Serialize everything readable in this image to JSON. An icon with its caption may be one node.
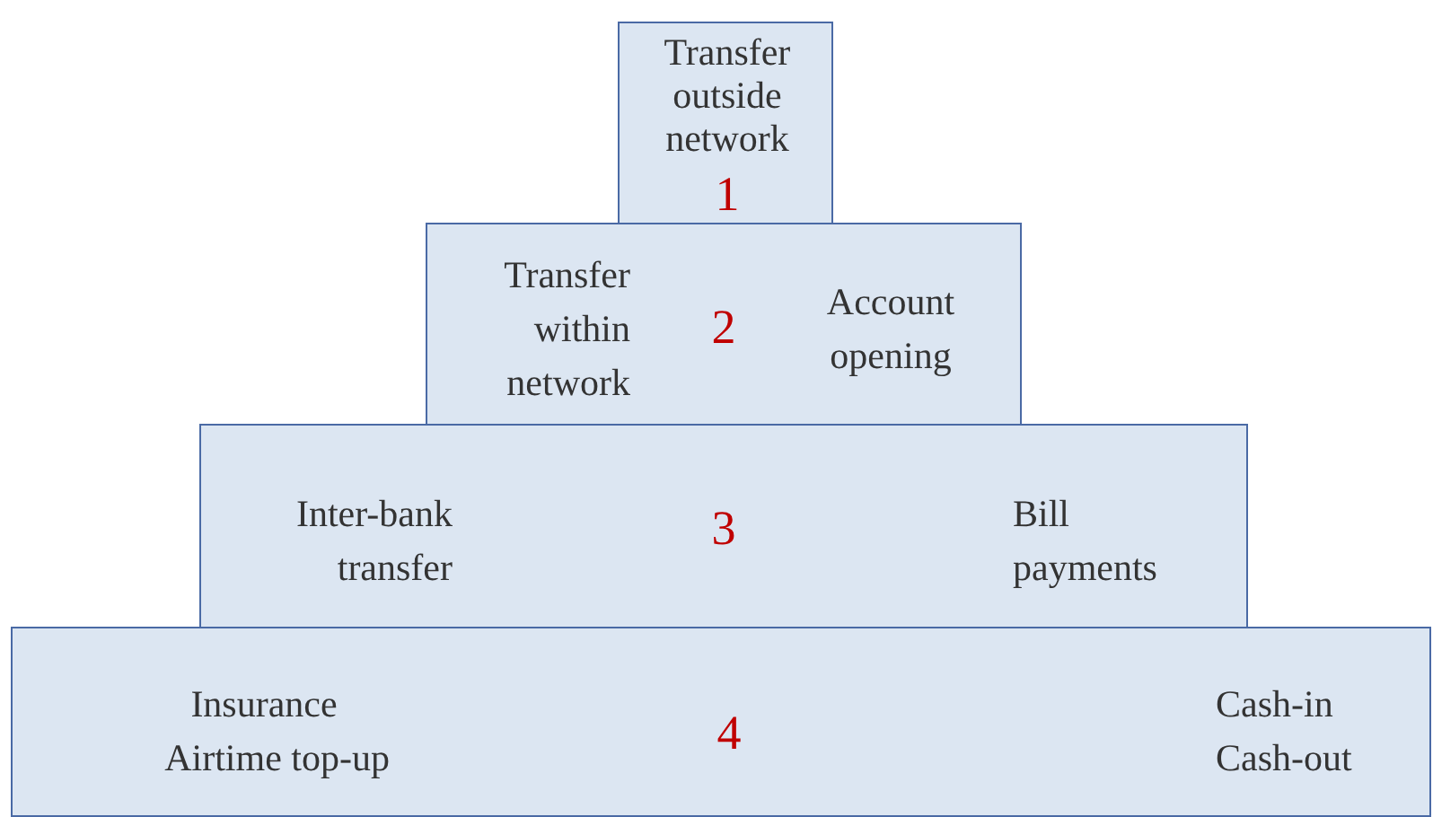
{
  "diagram": {
    "nodes": [
      {
        "text": [
          "Transfer outside network",
          "1"
        ]
      },
      {
        "text": [
          "Transfer within network",
          "2",
          "Account opening"
        ]
      },
      {
        "text": [
          "Inter-bank transfer",
          "3",
          "Bill payments"
        ]
      },
      {
        "text": [
          "Insurance",
          "Airtime top-up",
          "4",
          "Cash-in",
          "Cash-out"
        ]
      }
    ]
  }
}
